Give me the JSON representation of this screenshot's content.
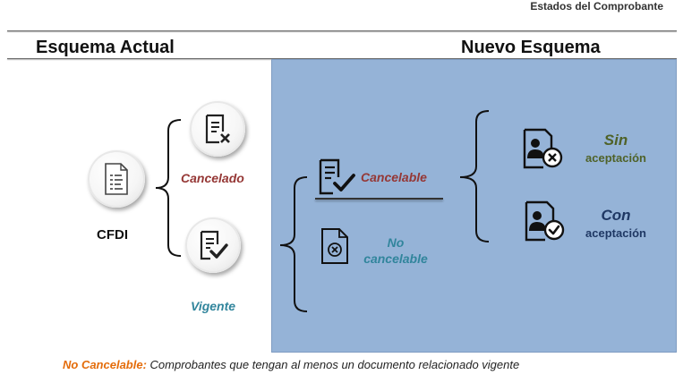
{
  "header": {
    "title": "Estados del Comprobante"
  },
  "current_scheme": {
    "heading": "Esquema Actual",
    "root_label": "CFDI",
    "states": [
      {
        "label": "Cancelado",
        "color": "#953735"
      },
      {
        "label": "Vigente",
        "color": "#31859c"
      }
    ]
  },
  "new_scheme": {
    "heading": "Nuevo Esquema",
    "options": [
      {
        "label": "Cancelable",
        "color": "#953735"
      },
      {
        "label_line1": "No",
        "label_line2": "cancelable",
        "color": "#31859c"
      }
    ],
    "outcomes": [
      {
        "title": "Sin",
        "subtitle": "aceptación",
        "color": "#4f6228"
      },
      {
        "title": "Con",
        "subtitle": "aceptación",
        "color": "#1f3864"
      }
    ]
  },
  "footer": {
    "key": "No Cancelable:",
    "text": " Comprobantes que tengan al menos un documento relacionado vigente"
  },
  "icons": [
    "document-icon",
    "document-cancel-icon",
    "document-check-icon",
    "user-cancel-icon",
    "user-check-icon"
  ]
}
